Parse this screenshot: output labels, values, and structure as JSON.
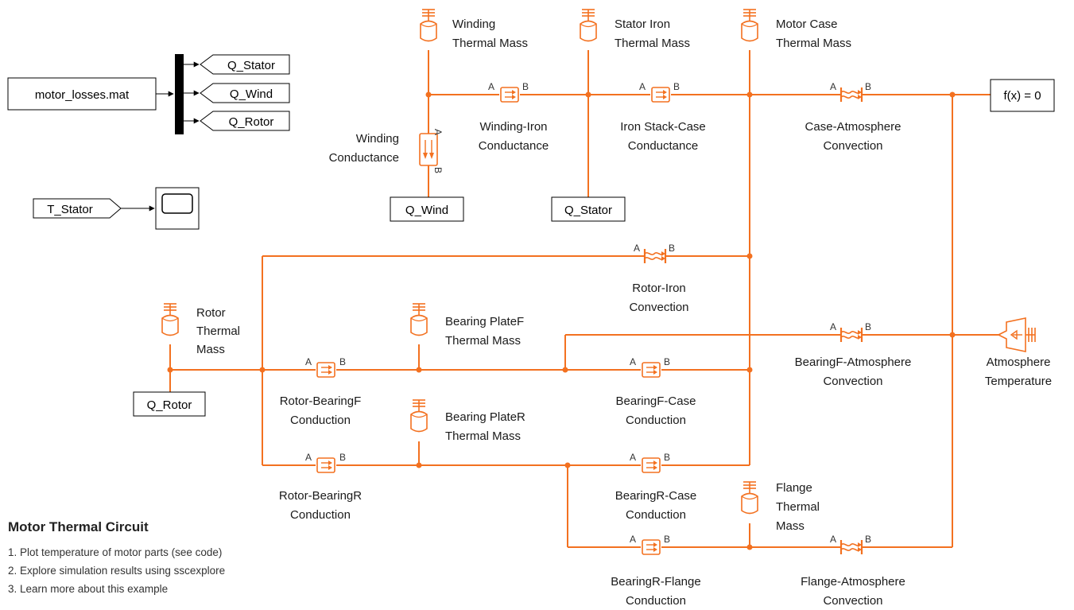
{
  "colors": {
    "physical": "#F37120",
    "signal": "#000000",
    "background": "#ffffff"
  },
  "signals": {
    "from_file": "motor_losses.mat",
    "gotos": [
      "Q_Stator",
      "Q_Wind",
      "Q_Rotor"
    ],
    "from_t_stator": "T_Stator",
    "from_q_wind": "Q_Wind",
    "from_q_stator": "Q_Stator",
    "from_q_rotor": "Q_Rotor",
    "solver": "f(x) = 0",
    "scope_icon": "scope-icon"
  },
  "masses": {
    "winding": [
      "Winding",
      "Thermal Mass"
    ],
    "stator": [
      "Stator Iron",
      "Thermal Mass"
    ],
    "case": [
      "Motor Case",
      "Thermal Mass"
    ],
    "rotor": [
      "Rotor",
      "Thermal",
      "Mass"
    ],
    "plateF": [
      "Bearing PlateF",
      "Thermal Mass"
    ],
    "plateR": [
      "Bearing PlateR",
      "Thermal Mass"
    ],
    "flange": [
      "Flange",
      "Thermal",
      "Mass"
    ]
  },
  "elements": {
    "winding_cond": [
      "Winding",
      "Conductance"
    ],
    "winding_iron": [
      "Winding-Iron",
      "Conductance"
    ],
    "iron_case": [
      "Iron Stack-Case",
      "Conductance"
    ],
    "case_atm": [
      "Case-Atmosphere",
      "Convection"
    ],
    "rotor_iron": [
      "Rotor-Iron",
      "Convection"
    ],
    "bearingF_atm": [
      "BearingF-Atmosphere",
      "Convection"
    ],
    "atm_temp": [
      "Atmosphere",
      "Temperature"
    ],
    "rotor_bearingF": [
      "Rotor-BearingF",
      "Conduction"
    ],
    "bearingF_case": [
      "BearingF-Case",
      "Conduction"
    ],
    "rotor_bearingR": [
      "Rotor-BearingR",
      "Conduction"
    ],
    "bearingR_case": [
      "BearingR-Case",
      "Conduction"
    ],
    "bearingR_flange": [
      "BearingR-Flange",
      "Conduction"
    ],
    "flange_atm": [
      "Flange-Atmosphere",
      "Convection"
    ]
  },
  "ports": {
    "a": "A",
    "b": "B"
  },
  "notes": {
    "title": "Motor Thermal Circuit",
    "items": [
      "1. Plot temperature of motor parts (see code)",
      "2. Explore simulation results using sscexplore",
      "3. Learn more about this example"
    ]
  }
}
